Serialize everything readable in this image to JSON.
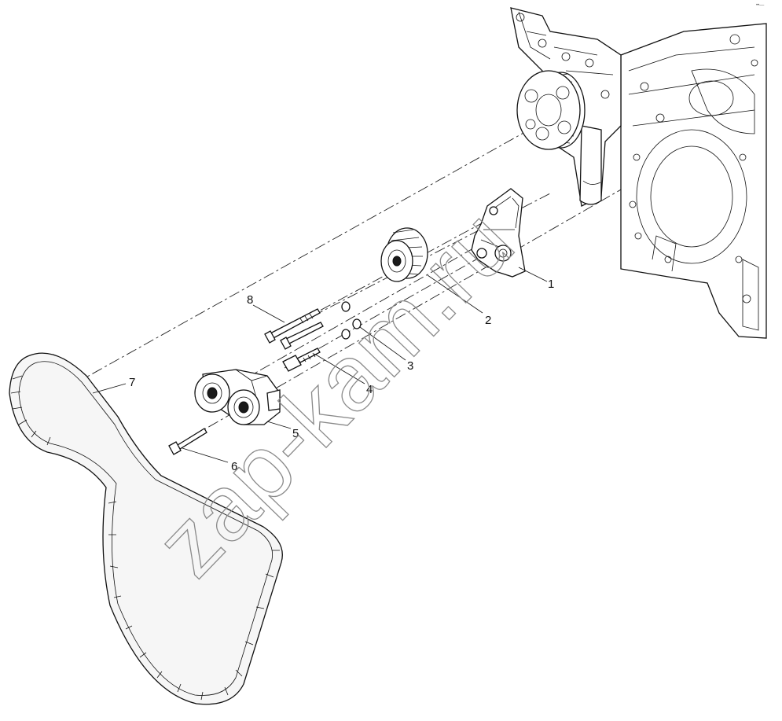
{
  "callouts": [
    "1",
    "2",
    "3",
    "4",
    "5",
    "6",
    "7",
    "8"
  ],
  "watermark": "zap-kam.ru",
  "corner_mark": "••—"
}
